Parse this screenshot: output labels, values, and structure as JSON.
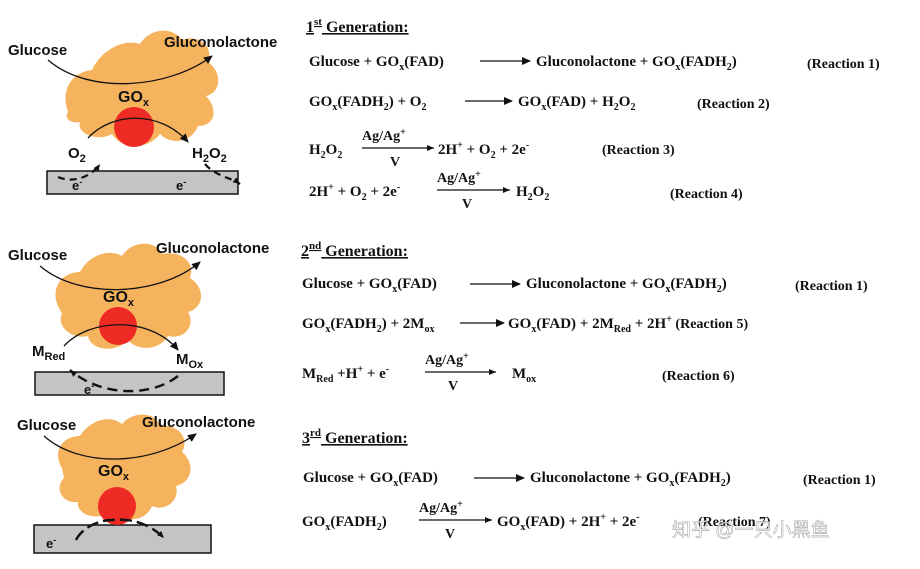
{
  "colors": {
    "enzyme": "#F6B35E",
    "cofactor": "#EE2A24",
    "electrode_fill": "#C4C4C4",
    "ink": "#111111"
  },
  "panels": [
    {
      "substrate": "Glucose",
      "product": "Gluconolactone",
      "enzyme": "GO",
      "enzyme_sub": "x",
      "mediator_left": "O",
      "mediator_left_sub": "2",
      "mediator_right": "H",
      "mediator_right_sub1": "2",
      "mediator_right_mid": "O",
      "mediator_right_sub2": "2",
      "electron_left": "e",
      "electron_right": "e",
      "electron_sup": "-",
      "heading": "1",
      "heading_sup": "st",
      "heading_rest": " Generation:"
    },
    {
      "substrate": "Glucose",
      "product": "Gluconolactone",
      "enzyme": "GO",
      "enzyme_sub": "x",
      "mediator_left": "M",
      "mediator_left_sub": "Red",
      "mediator_right": "M",
      "mediator_right_sub": "Ox",
      "electron": "e",
      "electron_sup": "-",
      "heading": "2",
      "heading_sup": "nd",
      "heading_rest": " Generation:"
    },
    {
      "substrate": "Glucose",
      "product": "Gluconolactone",
      "enzyme": "GO",
      "enzyme_sub": "x",
      "electron": "e",
      "electron_sup": "-",
      "heading": "3",
      "heading_sup": "rd",
      "heading_rest": " Generation:"
    }
  ],
  "reactions": {
    "r1": {
      "glucose": "Glucose + GO",
      "x1": "x",
      "fad": "(FAD)",
      "gluconolactone": "Gluconolactone + GO",
      "x2": "x",
      "fadh": "(FADH",
      "two": "2",
      "close": ")",
      "label": "(Reaction 1)"
    },
    "r2": {
      "a": "GO",
      "x": "x",
      "b": "(FADH",
      "two1": "2",
      "c": ") + O",
      "two2": "2",
      "d": "GO",
      "x2": "x",
      "e": "(FAD) + H",
      "two3": "2",
      "f": "O",
      "two4": "2",
      "label": "(Reaction 2)"
    },
    "r3": {
      "a": "H",
      "two1": "2",
      "b": "O",
      "two2": "2",
      "cond_top": "Ag/Ag",
      "cond_plus": "+",
      "cond_bot": "V",
      "c": "2H",
      "plus": "+",
      "d": " + O",
      "two3": "2",
      "e": " + 2e",
      "minus": "-",
      "label": "(Reaction 3)"
    },
    "r4": {
      "a": "2H",
      "plus": "+",
      "b": " + O",
      "two1": "2",
      "c": " + 2e",
      "minus": "-",
      "cond_top": "Ag/Ag",
      "cond_plus": "+",
      "cond_bot": "V",
      "d": "H",
      "two2": "2",
      "e": "O",
      "two3": "2",
      "label": "(Reaction 4)"
    },
    "r5": {
      "a": "GO",
      "x": "x",
      "b": "(FADH",
      "two": "2",
      "c": ") + 2M",
      "ox": "ox",
      "d": "GO",
      "x2": "x",
      "e": "(FAD) + 2M",
      "red": "Red",
      "f": " + 2H",
      "plus": "+",
      "label": " (Reaction 5)"
    },
    "r6": {
      "a": "M",
      "red": "Red",
      "b": " +H",
      "plus": "+",
      "c": " + e",
      "minus": "-",
      "cond_top": "Ag/Ag",
      "cond_plus": "+",
      "cond_bot": "V",
      "d": "M",
      "ox": "ox",
      "label": "(Reaction 6)"
    },
    "r7": {
      "a": "GO",
      "x": "x",
      "b": "(FADH",
      "two": "2",
      "c": ")",
      "cond_top": "Ag/Ag",
      "cond_plus": "+",
      "cond_bot": "V",
      "d": "GO",
      "x2": "x",
      "e": "(FAD) + 2H",
      "plus": "+",
      "f": " + 2e",
      "minus": "-",
      "label": "(Reaction 7)"
    }
  },
  "watermark": "知乎 @一只小黑鱼"
}
